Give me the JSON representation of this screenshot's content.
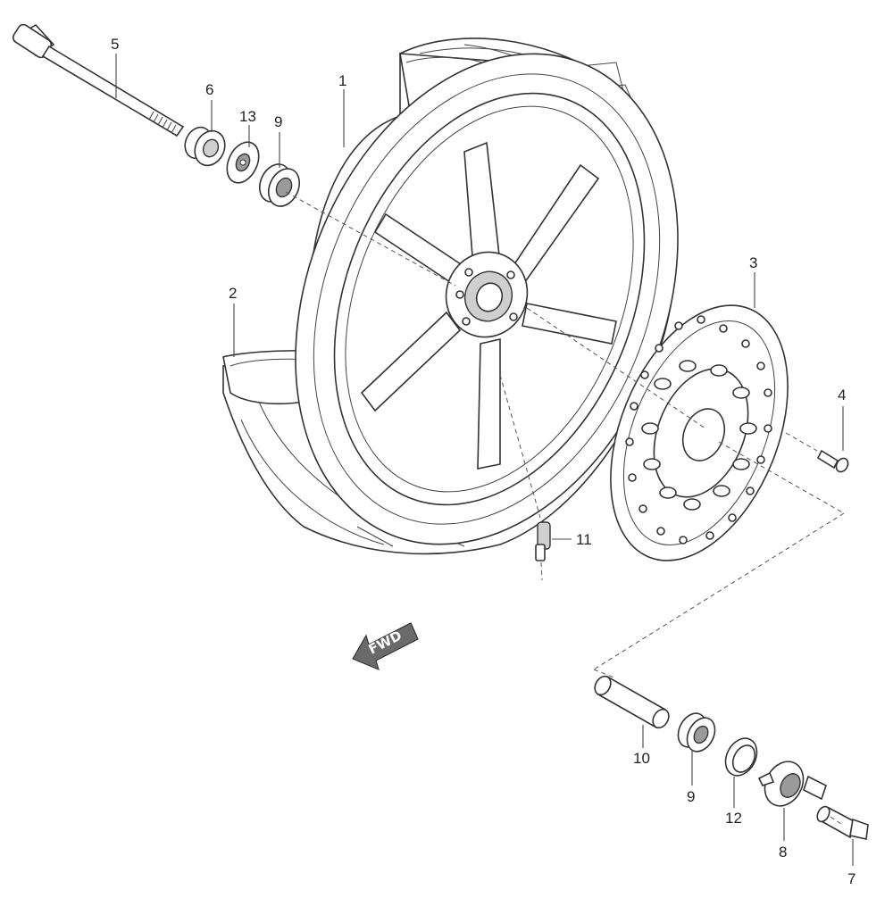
{
  "diagram": {
    "direction_arrow": {
      "label": "FWD",
      "icon": "forward-arrow-icon"
    },
    "callouts": [
      {
        "id": "1",
        "label": "1"
      },
      {
        "id": "2",
        "label": "2"
      },
      {
        "id": "3",
        "label": "3"
      },
      {
        "id": "4",
        "label": "4"
      },
      {
        "id": "5",
        "label": "5"
      },
      {
        "id": "6",
        "label": "6"
      },
      {
        "id": "13",
        "label": "13"
      },
      {
        "id": "9a",
        "label": "9"
      },
      {
        "id": "11",
        "label": "11"
      },
      {
        "id": "10",
        "label": "10"
      },
      {
        "id": "9b",
        "label": "9"
      },
      {
        "id": "12",
        "label": "12"
      },
      {
        "id": "8",
        "label": "8"
      },
      {
        "id": "7",
        "label": "7"
      }
    ],
    "colors": {
      "line": "#333333",
      "fill": "#ffffff",
      "shade": "#9a9a9a"
    }
  }
}
